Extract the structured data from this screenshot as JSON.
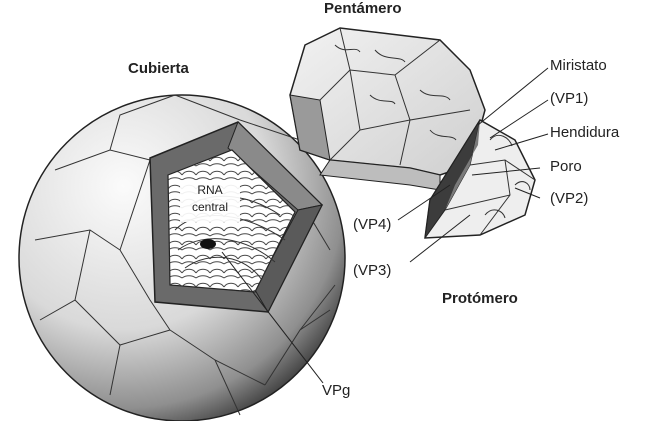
{
  "labels": {
    "pentamero": "Pentámero",
    "cubierta": "Cubierta",
    "miristato": "Miristato",
    "vp1": "(VP1)",
    "hendidura": "Hendidura",
    "poro": "Poro",
    "vp2": "(VP2)",
    "vp4": "(VP4)",
    "vp3": "(VP3)",
    "protomero": "Protómero",
    "rna": "RNA",
    "central": "central",
    "vpg": "VPg"
  }
}
